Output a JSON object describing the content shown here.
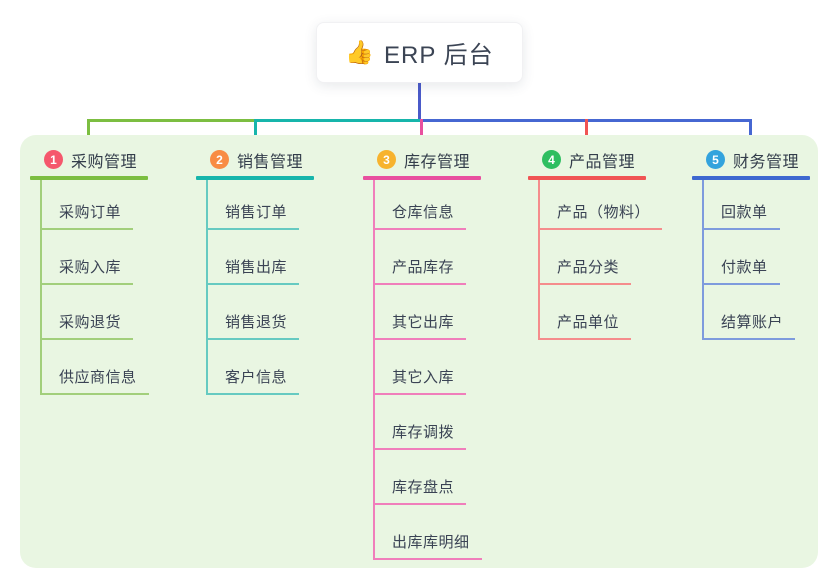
{
  "root": {
    "icon": "👍",
    "label": "ERP 后台"
  },
  "colors": {
    "panel_bg": "#e9f6e2",
    "stem": "#4a5ac9",
    "green": "#7cbe41",
    "teal": "#17b5ab",
    "blue": "#4667d2",
    "magenta": "#e8509f",
    "red": "#f05454"
  },
  "branches": [
    {
      "number": "1",
      "label": "采购管理",
      "badge_color": "#f5576c",
      "line_color": "#7cbe41",
      "child_line_color": "#a2cf7b",
      "children": [
        "采购订单",
        "采购入库",
        "采购退货",
        "供应商信息"
      ]
    },
    {
      "number": "2",
      "label": "销售管理",
      "badge_color": "#f88c44",
      "line_color": "#17b5ab",
      "child_line_color": "#66cac1",
      "children": [
        "销售订单",
        "销售出库",
        "销售退货",
        "客户信息"
      ]
    },
    {
      "number": "3",
      "label": "库存管理",
      "badge_color": "#f7b32e",
      "line_color": "#e8509f",
      "child_line_color": "#f07ebb",
      "children": [
        "仓库信息",
        "产品库存",
        "其它出库",
        "其它入库",
        "库存调拨",
        "库存盘点",
        "出库库明细"
      ]
    },
    {
      "number": "4",
      "label": "产品管理",
      "badge_color": "#2ebe60",
      "line_color": "#f05454",
      "child_line_color": "#f58c8c",
      "children": [
        "产品（物料）",
        "产品分类",
        "产品单位"
      ]
    },
    {
      "number": "5",
      "label": "财务管理",
      "badge_color": "#33a3dd",
      "line_color": "#3e68d0",
      "child_line_color": "#7e9bdd",
      "children": [
        "回款单",
        "付款单",
        "结算账户"
      ]
    }
  ]
}
